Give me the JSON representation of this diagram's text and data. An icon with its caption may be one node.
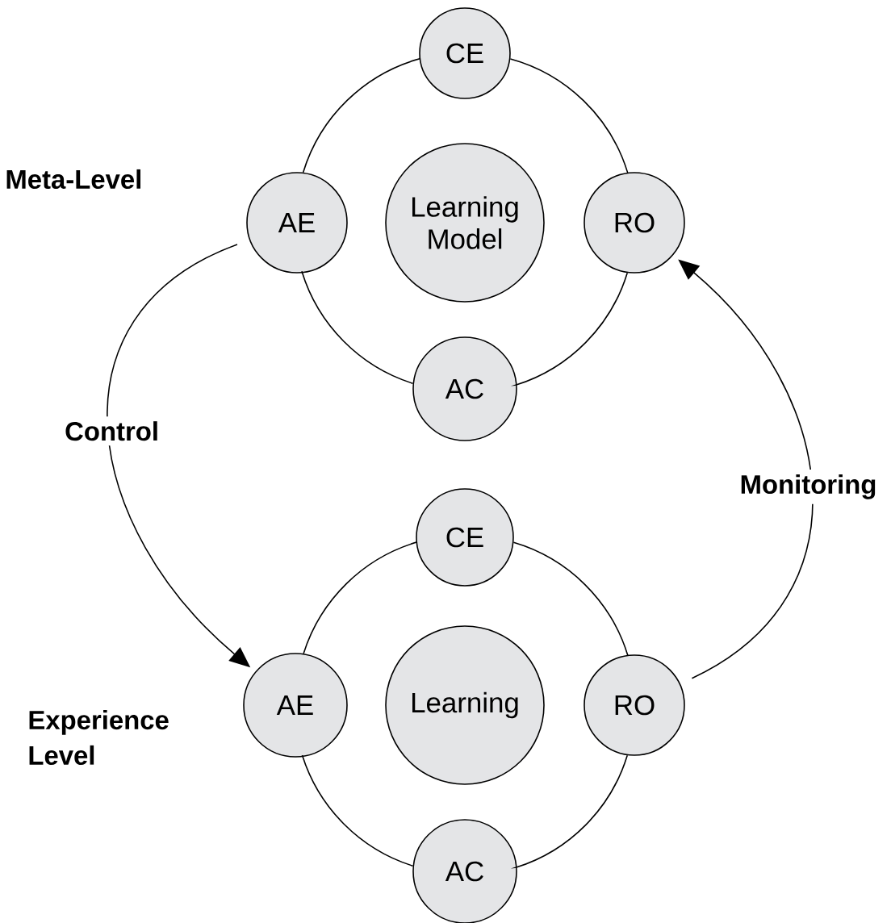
{
  "diagram": {
    "nodes": [
      {
        "text": [
          "CE"
        ]
      },
      {
        "text": [
          "AE"
        ]
      },
      {
        "text": [
          "Learning Model"
        ]
      },
      {
        "text": [
          "RO"
        ]
      },
      {
        "text": [
          "AC"
        ]
      },
      {
        "text": [
          "CE"
        ]
      },
      {
        "text": [
          "AE"
        ]
      },
      {
        "text": [
          "Learning"
        ]
      },
      {
        "text": [
          "RO"
        ]
      },
      {
        "text": [
          "AC"
        ]
      }
    ],
    "edges": [
      {
        "from": 0,
        "to": 3,
        "arrow": "none"
      },
      {
        "from": 3,
        "to": 4,
        "arrow": "none"
      },
      {
        "from": 4,
        "to": 1,
        "arrow": "none"
      },
      {
        "from": 1,
        "to": 0,
        "arrow": "none"
      },
      {
        "from": 5,
        "to": 8,
        "arrow": "none"
      },
      {
        "from": 8,
        "to": 9,
        "arrow": "none"
      },
      {
        "from": 9,
        "to": 6,
        "arrow": "none"
      },
      {
        "from": 6,
        "to": 5,
        "arrow": "none"
      },
      {
        "from": 1,
        "to": 6,
        "arrow": "to",
        "label": "Control"
      },
      {
        "from": 8,
        "to": 3,
        "arrow": "to",
        "label": "Monitoring"
      }
    ],
    "labels": [
      "Meta-Level",
      "Experience Level"
    ]
  }
}
